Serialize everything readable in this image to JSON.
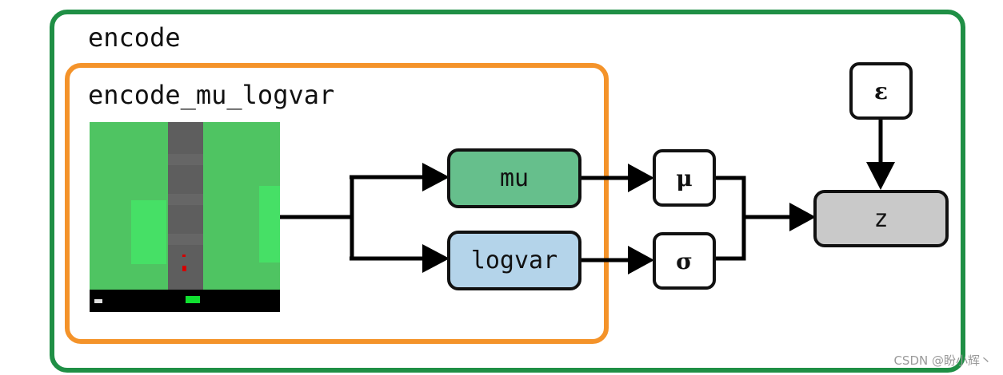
{
  "outer_module": {
    "label": "encode"
  },
  "inner_module": {
    "label": "encode_mu_logvar"
  },
  "nodes": {
    "mu": "mu",
    "logvar": "logvar",
    "mu_symbol": "μ",
    "sigma_symbol": "σ",
    "epsilon_symbol": "ε",
    "z": "z"
  },
  "watermark": "CSDN @盼小辉丶",
  "colors": {
    "outer_border": "#1f8f45",
    "inner_border": "#f4932a",
    "mu_fill": "#66bf8c",
    "logvar_fill": "#b4d4ea",
    "z_fill": "#c9c9c9",
    "grass": "#4fc462",
    "road": "#5e5e5e"
  }
}
